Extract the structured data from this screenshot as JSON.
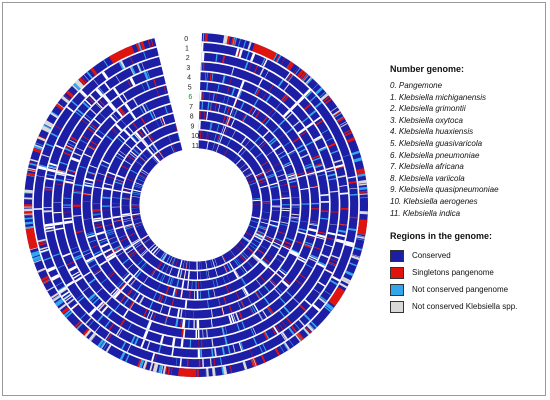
{
  "legend": {
    "genome_title": "Number genome:",
    "genomes": [
      "0. Pangemone",
      "1. Klebsiella michiganensis",
      "2. Klebsiella grimontii",
      "3. Klebsiella oxytoca",
      "4. Klebsiella huaxiensis",
      "5. Klebsiella guasivaricola",
      "6. Klebsiella pneumoniae",
      "7. Klebsiella africana",
      "8. Klebsiella variicola",
      "9. Klebsiella quasipneumoniae",
      "10. Klebsiella aerogenes",
      "11. Klebsiella indica"
    ],
    "regions_title": "Regions in the genome:",
    "regions": [
      {
        "label": "Conserved",
        "color": "#1c1fa6"
      },
      {
        "label": "Singletons  pangenome",
        "color": "#e0140f"
      },
      {
        "label": "Not conserved pangenome",
        "color": "#33a6ec"
      },
      {
        "label": "Not conserved Klebsiella spp.",
        "color": "#d9d9d9"
      }
    ]
  },
  "ring_labels": [
    "0",
    "1",
    "2",
    "3",
    "4",
    "5",
    "6",
    "7",
    "8",
    "9",
    "10",
    "11"
  ],
  "ring_label_colors": [
    "#222222",
    "#222222",
    "#222222",
    "#222222",
    "#222222",
    "#222222",
    "#1a8a2a",
    "#222222",
    "#222222",
    "#222222",
    "#222222",
    "#222222"
  ]
}
